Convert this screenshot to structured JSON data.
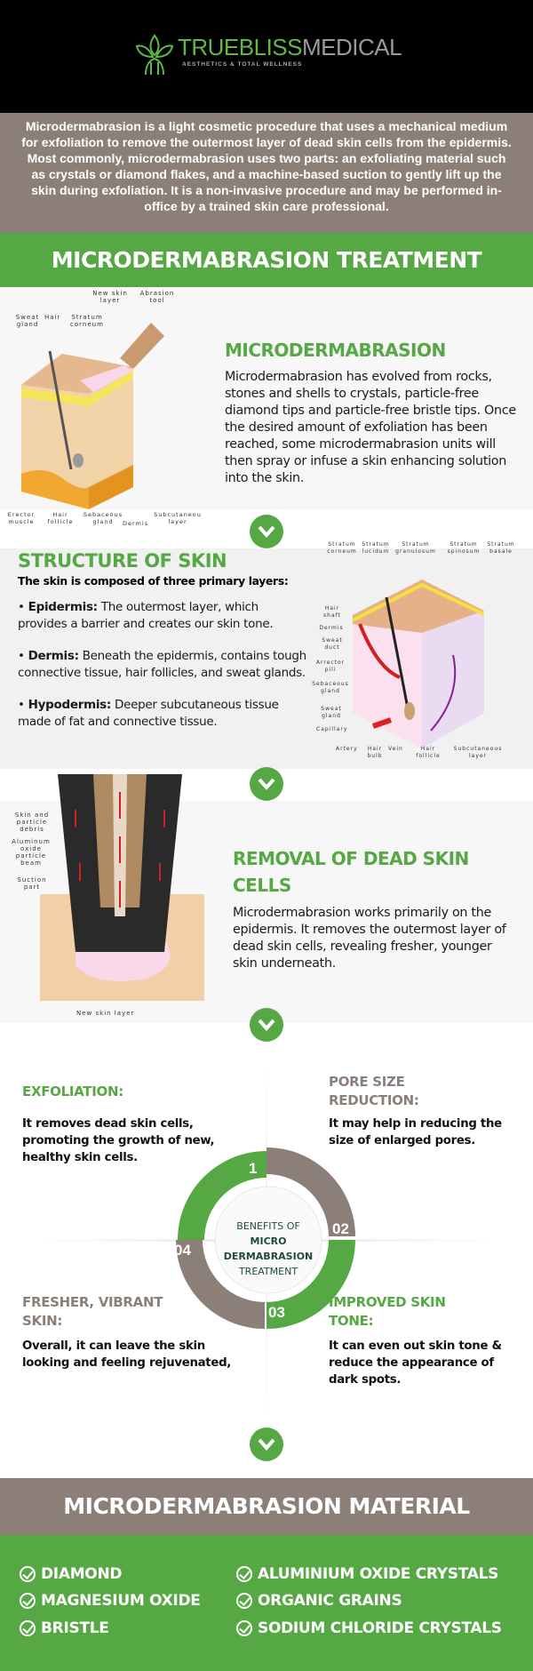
{
  "brand": {
    "name_green": "TRUEBLISS",
    "name_gray": "MEDICAL",
    "tagline": "AESTHETICS & TOTAL WELLNESS",
    "colors": {
      "green": "#55a843",
      "taupe": "#8b7f78",
      "black": "#000000"
    }
  },
  "intro": "Microdermabrasion is a light cosmetic procedure that uses a mechanical medium for exfoliation to remove the outermost layer of dead skin cells from the epidermis. Most commonly, microdermabrasion uses two parts: an exfoliating material such as crystals or diamond flakes, and a machine-based suction to gently lift up the skin during exfoliation. It is a non-invasive procedure and may be performed in-office by a trained skin care professional.",
  "treatment_title": "MICRODERMABRASION TREATMENT",
  "section1": {
    "heading": "MICRODERMABRASION",
    "body": "Microdermabrasion has evolved from rocks, stones and shells to crystals, particle-free diamond tips and particle-free bristle tips. Once the desired amount of exfoliation has been reached, some microdermabrasion units will then spray or infuse a skin enhancing solution into the skin.",
    "labels": [
      "New skin layer",
      "Abrasion tool",
      "Sweat gland",
      "Hair",
      "Stratum corneum",
      "Erector muscle",
      "Hair follicle",
      "Sebaceous gland",
      "Dermis",
      "Subcutaneou layer"
    ]
  },
  "section2": {
    "heading": "STRUCTURE OF SKIN",
    "intro": "The skin is composed of three primary layers:",
    "items": [
      {
        "term": "Epidermis:",
        "text": " The outermost layer, which provides a barrier and creates our skin tone."
      },
      {
        "term": "Dermis:",
        "text": " Beneath the epidermis, contains tough connective tissue, hair follicles, and sweat glands."
      },
      {
        "term": "Hypodermis:",
        "text": " Deeper subcutaneous tissue made of fat and connective tissue."
      }
    ],
    "labels": [
      "Stratum corneum",
      "Stratum lucidum",
      "Stratum granulosum",
      "Stratum spinosum",
      "Stratum basale",
      "Hair shaft",
      "Dermis",
      "Sweat duct",
      "Arrector pili",
      "Sebaceous gland",
      "Sweat gland",
      "Capillary",
      "Artery",
      "Hair bulb",
      "Vein",
      "Hair follicle",
      "Subcutaneous layer"
    ]
  },
  "section3": {
    "heading": "REMOVAL OF DEAD SKIN CELLS",
    "body": "Microdermabrasion works primarily on the epidermis. It removes the outermost layer of dead skin cells, revealing fresher, younger skin underneath.",
    "labels": [
      "Skin and particle debris",
      "Aluminum oxide particle beam",
      "Suction part",
      "New skin layer"
    ]
  },
  "benefits": {
    "center": [
      "BENEFITS OF",
      "MICRO",
      "DERMABRASION",
      "TREATMENT"
    ],
    "items": [
      {
        "num": "1",
        "title": "EXFOLIATION:",
        "text": "It removes dead skin cells, promoting the growth of new, healthy skin cells."
      },
      {
        "num": "02",
        "title": "PORE SIZE REDUCTION:",
        "text": "It may help in reducing the size of enlarged pores."
      },
      {
        "num": "03",
        "title": "IMPROVED SKIN TONE:",
        "text": "It can even out skin tone & reduce the appearance of dark spots."
      },
      {
        "num": "04",
        "title": "FRESHER, VIBRANT SKIN:",
        "text": "Overall, it can leave the skin looking and feeling rejuvenated,"
      }
    ]
  },
  "materials": {
    "title": "MICRODERMABRASION MATERIAL",
    "items": [
      "DIAMOND",
      "ALUMINIUM OXIDE CRYSTALS",
      "MAGNESIUM OXIDE",
      "ORGANIC GRAINS",
      "BRISTLE",
      "SODIUM CHLORIDE CRYSTALS"
    ]
  }
}
